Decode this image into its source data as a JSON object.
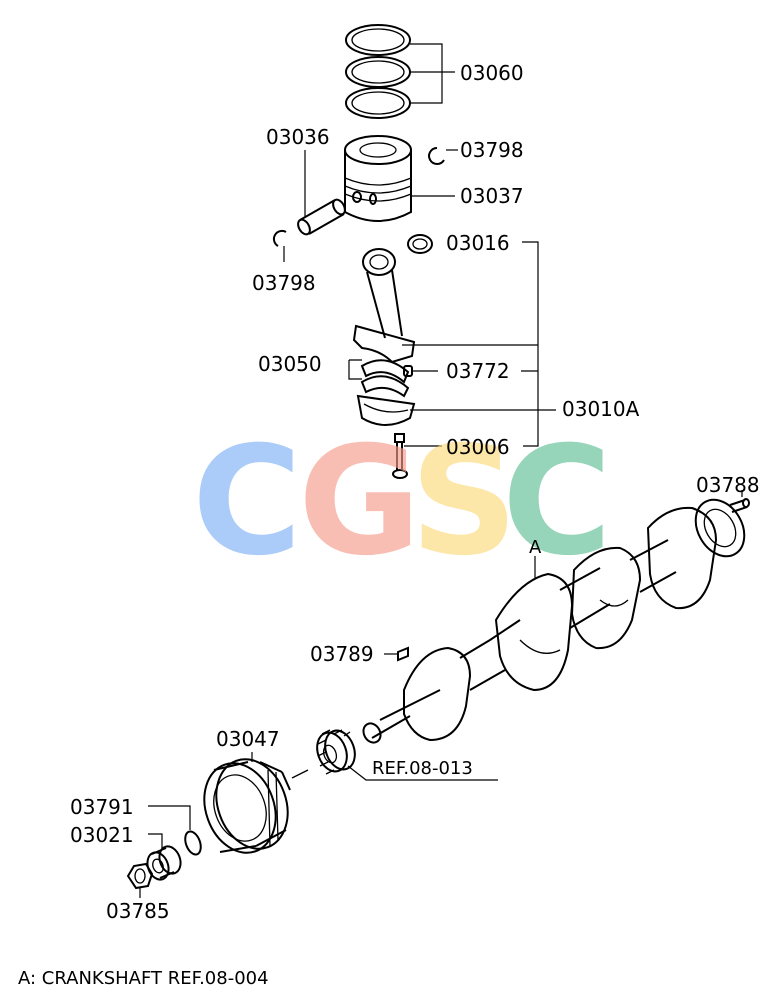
{
  "watermark": {
    "letters": [
      "C",
      "G",
      "S",
      "C"
    ],
    "colors": [
      "#7fb0f5",
      "#f59c8c",
      "#fbd97a",
      "#5fbf95"
    ]
  },
  "labels": {
    "p03060": "03060",
    "p03036": "03036",
    "p03798a": "03798",
    "p03037": "03037",
    "p03798b": "03798",
    "p03016": "03016",
    "p03050": "03050",
    "p03772": "03772",
    "p03010A": "03010A",
    "p03006": "03006",
    "p03788": "03788",
    "pA": "A",
    "p03789": "03789",
    "p03047": "03047",
    "ref08013": "REF.08-013",
    "p03791": "03791",
    "p03021": "03021",
    "p03785": "03785"
  },
  "footnote": "A: CRANKSHAFT REF.08-004"
}
